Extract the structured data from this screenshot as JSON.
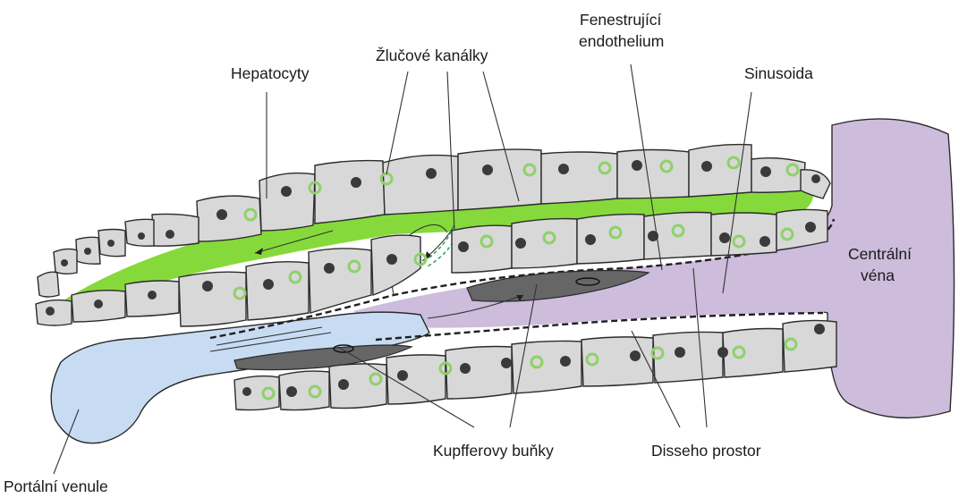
{
  "labels": {
    "hepatocytes": "Hepatocyty",
    "bile_canaliculi": "Žlučové kanálky",
    "fenestrated_line1": "Fenestrující",
    "fenestrated_line2": "endothelium",
    "sinusoid": "Sinusoida",
    "central_vein_line1": "Centrální",
    "central_vein_line2": "véna",
    "kupffer": "Kupfferovy buňky",
    "disse": "Disseho prostor",
    "portal": "Portální venule"
  },
  "colors": {
    "bile": "#86d93a",
    "sinusoid": "#cdbcdc",
    "portal": "#c7dcf3",
    "cell_fill": "#d8d8d8",
    "kupffer": "#666666",
    "canaliculus_ring": "#8fd16a"
  }
}
